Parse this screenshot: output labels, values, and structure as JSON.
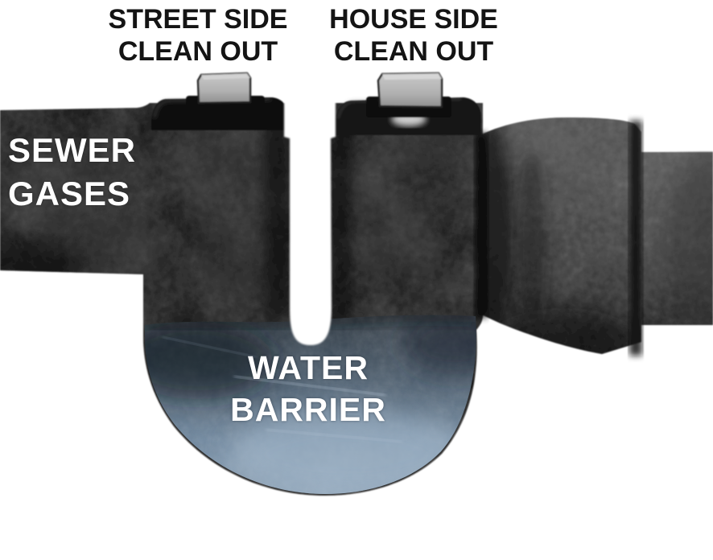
{
  "figure": {
    "background": "#ffffff"
  },
  "labels": {
    "street_cleanout": {
      "line1": "STREET SIDE",
      "line2": "CLEAN OUT"
    },
    "house_cleanout": {
      "line1": "HOUSE SIDE",
      "line2": "CLEAN OUT"
    },
    "sewer_gases": {
      "line1": "SEWER",
      "line2": "GASES"
    },
    "water_barrier": {
      "line1": "WATER",
      "line2": "BARRIER"
    }
  },
  "colors": {
    "label_dark": "#141414",
    "label_light": "#ffffff",
    "trap_body_black": "#0e0e0e",
    "fitting_gray": "#424242",
    "cleanout_plug_gray": "#b5b5b5",
    "water_blue": "#6d87a0",
    "water_highlight": "#a3b7ca"
  }
}
